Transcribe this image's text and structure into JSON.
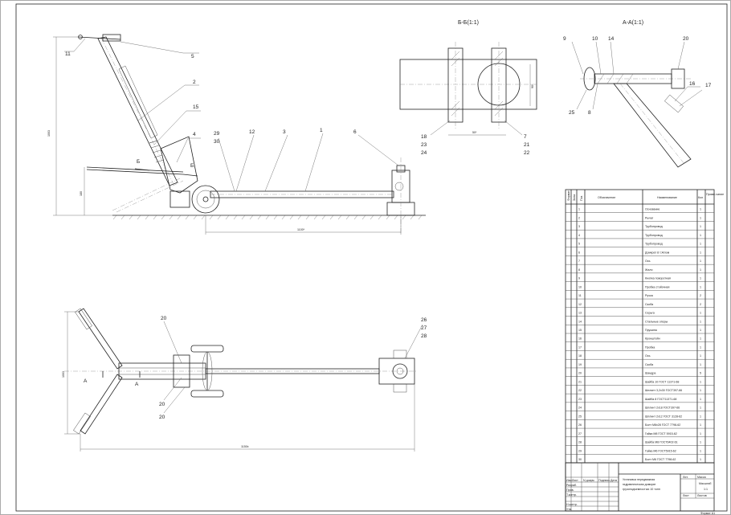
{
  "drawing": {
    "section_bb": "Б-Б(1:1)",
    "section_aa": "А-А(1:1)",
    "cut_letter_b": "Б",
    "cut_letter_a": "А"
  },
  "side_view": {
    "callouts": [
      "11",
      "5",
      "2",
      "15",
      "4",
      "29",
      "30",
      "12",
      "3",
      "1",
      "6"
    ],
    "dim_height": "1003",
    "dim_low": "180",
    "dim_length": "1100*"
  },
  "top_view": {
    "callouts": [
      "20",
      "20",
      "20",
      "26",
      "27",
      "28"
    ],
    "dim_width": "1003",
    "dim_length": "1150±"
  },
  "section_bb_view": {
    "callouts": [
      "18",
      "23",
      "24",
      "7",
      "21",
      "22"
    ],
    "dim_w": "50*",
    "dim_h": "90*"
  },
  "section_aa_view": {
    "callouts": [
      "9",
      "10",
      "14",
      "20",
      "16",
      "17",
      "25",
      "8"
    ]
  },
  "spec": {
    "head_format": "Формат",
    "head_zone": "Зона",
    "head_pos": "Поз.",
    "head_designation": "Обозначение",
    "head_name": "Наименование",
    "head_qty": "Кол.",
    "head_note": "Приме-чание",
    "rows": [
      {
        "pos": "1",
        "name": "Основание",
        "qty": "1"
      },
      {
        "pos": "2",
        "name": "Рычаг",
        "qty": "1"
      },
      {
        "pos": "3",
        "name": "Трубопровод",
        "qty": "1"
      },
      {
        "pos": "4",
        "name": "Трубопровод",
        "qty": "1"
      },
      {
        "pos": "5",
        "name": "Трубопровод",
        "qty": "1"
      },
      {
        "pos": "6",
        "name": "Домкрат 8 т.Жлом",
        "qty": "1"
      },
      {
        "pos": "7",
        "name": "Ось",
        "qty": "1"
      },
      {
        "pos": "8",
        "name": "Жало",
        "qty": "1"
      },
      {
        "pos": "9",
        "name": "Кнопка поворотная",
        "qty": "1"
      },
      {
        "pos": "10",
        "name": "Пробка стойочная",
        "qty": "1"
      },
      {
        "pos": "11",
        "name": "Ручка",
        "qty": "2"
      },
      {
        "pos": "12",
        "name": "Скоба",
        "qty": "2"
      },
      {
        "pos": "13",
        "name": "Серьга",
        "qty": "1"
      },
      {
        "pos": "14",
        "name": "Стальные опоры",
        "qty": "1"
      },
      {
        "pos": "15",
        "name": "Пружина",
        "qty": "1"
      },
      {
        "pos": "16",
        "name": "Кронштейн",
        "qty": "1"
      },
      {
        "pos": "17",
        "name": "Пробка",
        "qty": "1"
      },
      {
        "pos": "18",
        "name": "Ось",
        "qty": "1"
      },
      {
        "pos": "19",
        "name": "Скоба",
        "qty": "1"
      },
      {
        "pos": "20",
        "name": "Шандра",
        "qty": "5"
      },
      {
        "pos": "21",
        "name": "Шайба 10 ГОСТ 11371-68",
        "qty": "1"
      },
      {
        "pos": "22",
        "name": "Шплинт 3,2х30 ГОСТ397-66",
        "qty": "1"
      },
      {
        "pos": "23",
        "name": "Шайба 8 ГОСТ11371-68",
        "qty": "1"
      },
      {
        "pos": "24",
        "name": "Шплинт 2х18 ГОСТ397-66",
        "qty": "1"
      },
      {
        "pos": "25",
        "name": "Шплинт 2х12 ГОСТ 3128-62",
        "qty": "1"
      },
      {
        "pos": "26",
        "name": "Болт М8х28 ГОСТ 7798-62",
        "qty": "1"
      },
      {
        "pos": "27",
        "name": "Гайка М8 ГОСТ 5915-62",
        "qty": "1"
      },
      {
        "pos": "28",
        "name": "Шайба М8 ГОСТ6402-61",
        "qty": "1"
      },
      {
        "pos": "29",
        "name": "Гайка М6 ГОСТ5915-62",
        "qty": "1"
      },
      {
        "pos": "30",
        "name": "Болт М6 ГОСТ 7798-62",
        "qty": "1"
      }
    ]
  },
  "title_block": {
    "title_line1": "Установка передвижная",
    "title_line2": "гидравлическая домкрат",
    "title_line3": "грузоподъемностью 10 тонн",
    "col_izm": "Изм.",
    "col_list": "Лист",
    "col_doc": "N докум.",
    "col_sign": "Подпись",
    "col_date": "Дата",
    "row_razrab": "Разраб.",
    "row_prov": "Пров.",
    "row_tkontr": "Т.контр.",
    "row_nkontr": "Н.контр.",
    "row_utv": "Утв.",
    "lit": "Лит.",
    "massa": "Масса",
    "masshtab": "Масштаб",
    "scale_value": "1:1",
    "list": "Лист",
    "listov": "Листов",
    "footer": "Формат А1"
  }
}
